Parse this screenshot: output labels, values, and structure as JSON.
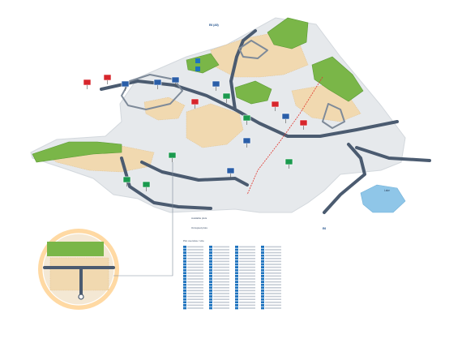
{
  "colors": {
    "terrain": "#e6e9ec",
    "terrain_edge": "#d3d8dd",
    "road": "#4b5b70",
    "road_light": "#7e8a99",
    "plot_beige": "#f1d9b0",
    "plot_dotted": "#e3c28d",
    "forest": "#7ab648",
    "forest_dark": "#5a9a34",
    "water": "#8fc6e8",
    "railway": "#e0332a",
    "callout_ring": "#ffd9a3",
    "callout_fill": "#f4e8d4"
  },
  "labels": {
    "north_road": "E6 (A5)",
    "legend_line_1": "Available plots",
    "legend_line_2": "Occupied plots",
    "lake_name": "Lake",
    "bottom_left_road": "E6",
    "plot_table_title": "Plot overview / size"
  },
  "legend_tags": [
    {
      "icon": "info-sign-icon",
      "color": "#1e73be"
    },
    {
      "icon": "info-sign-icon",
      "color": "#1e73be"
    }
  ],
  "company_signs": [
    {
      "icon": "company-sign-icon",
      "color": "#d7262c"
    },
    {
      "icon": "company-sign-icon",
      "color": "#d7262c"
    },
    {
      "icon": "company-sign-icon",
      "color": "#2a5ea8"
    },
    {
      "icon": "company-sign-icon",
      "color": "#2a5ea8"
    },
    {
      "icon": "company-sign-icon",
      "color": "#2a5ea8"
    },
    {
      "icon": "company-sign-icon",
      "color": "#d7262c"
    },
    {
      "icon": "company-sign-icon",
      "color": "#2a5ea8"
    },
    {
      "icon": "company-sign-icon",
      "color": "#1b9a4e"
    },
    {
      "icon": "company-sign-icon",
      "color": "#1b9a4e"
    },
    {
      "icon": "company-sign-icon",
      "color": "#d7262c"
    },
    {
      "icon": "company-sign-icon",
      "color": "#2a5ea8"
    },
    {
      "icon": "company-sign-icon",
      "color": "#d7262c"
    },
    {
      "icon": "company-sign-icon",
      "color": "#2a5ea8"
    },
    {
      "icon": "company-sign-icon",
      "color": "#1b9a4e"
    },
    {
      "icon": "company-sign-icon",
      "color": "#1b9a4e"
    },
    {
      "icon": "company-sign-icon",
      "color": "#1b9a4e"
    },
    {
      "icon": "company-sign-icon",
      "color": "#2a5ea8"
    },
    {
      "icon": "company-sign-icon",
      "color": "#1b9a4e"
    }
  ],
  "plot_table": {
    "columns": 4,
    "rows_per_column": 22
  }
}
